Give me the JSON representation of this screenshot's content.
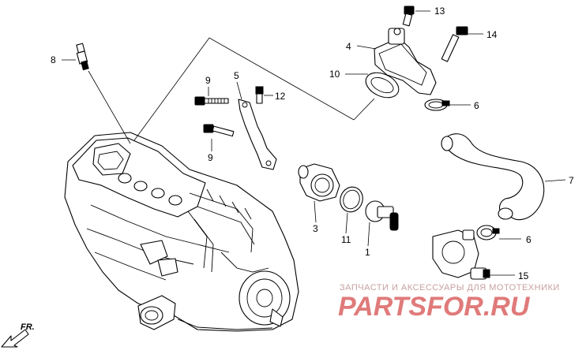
{
  "callouts": {
    "c1": "1",
    "c3": "3",
    "c4": "4",
    "c5": "5",
    "c6a": "6",
    "c6b": "6",
    "c7": "7",
    "c8": "8",
    "c9a": "9",
    "c9b": "9",
    "c10": "10",
    "c11": "11",
    "c12": "12",
    "c13": "13",
    "c14": "14",
    "c15": "15"
  },
  "direction": {
    "label": "FR."
  },
  "watermark": {
    "tagline": "ЗАПЧАСТИ И АКСЕССУАРЫ ДЛЯ МОТОТЕХНИКИ",
    "logo": "PARTSFOR.RU",
    "color": "#e07a7a"
  }
}
